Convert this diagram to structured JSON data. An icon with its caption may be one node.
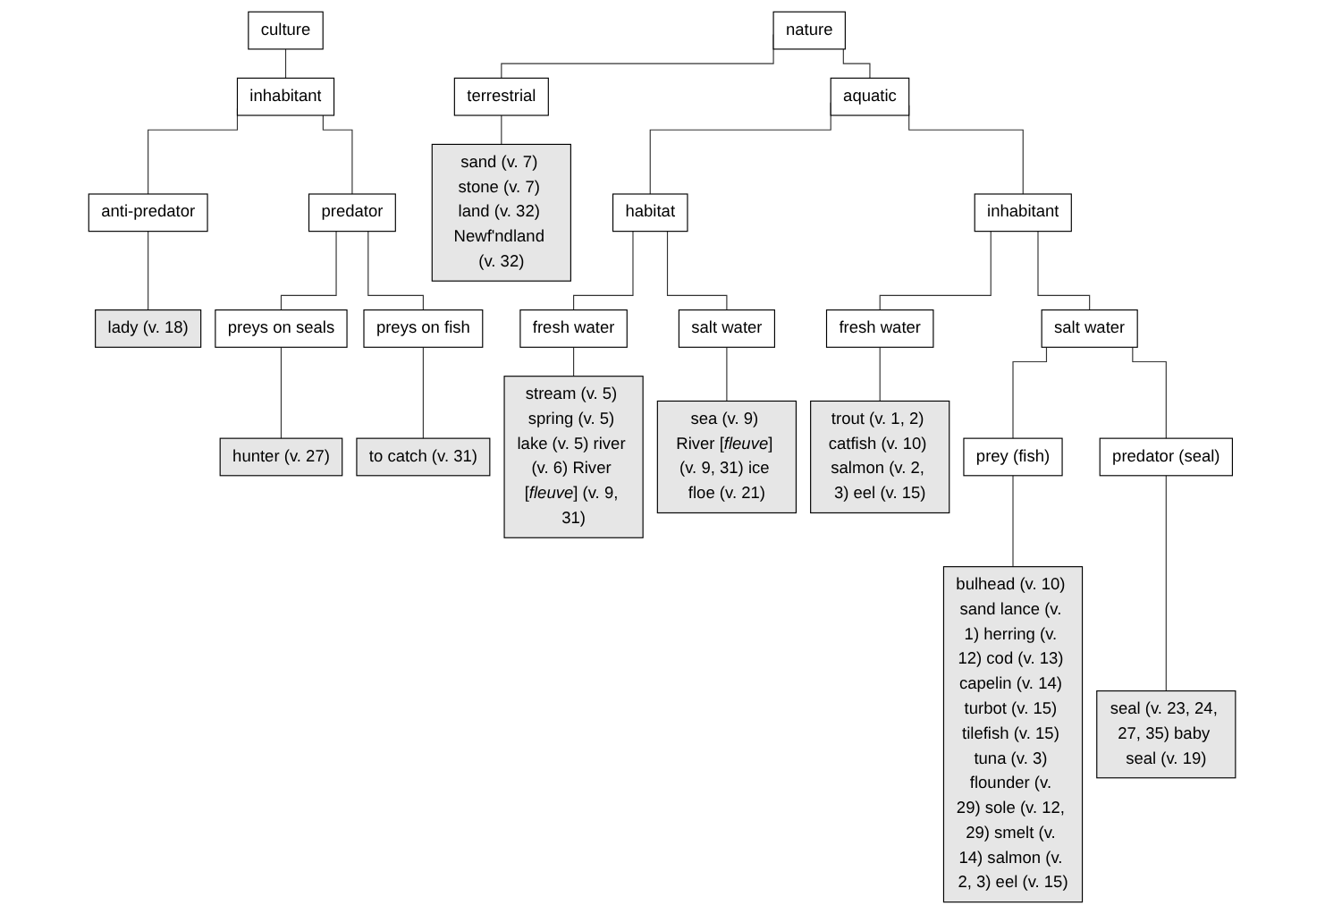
{
  "diagram": {
    "nodes": [
      {
        "text": [
          "culture"
        ]
      },
      {
        "text": [
          "nature"
        ]
      },
      {
        "text": [
          "inhabitant"
        ]
      },
      {
        "text": [
          "terrestrial"
        ]
      },
      {
        "text": [
          "aquatic"
        ]
      },
      {
        "text": [
          "anti-predator"
        ]
      },
      {
        "text": [
          "predator"
        ]
      },
      {
        "text": [
          "habitat"
        ]
      },
      {
        "text": [
          "inhabitant"
        ]
      },
      {
        "text": [
          "preys on seals"
        ]
      },
      {
        "text": [
          "preys on fish"
        ]
      },
      {
        "text": [
          "fresh water"
        ]
      },
      {
        "text": [
          "salt water"
        ]
      },
      {
        "text": [
          "fresh water"
        ]
      },
      {
        "text": [
          "salt water"
        ]
      },
      {
        "text": [
          "prey (fish)"
        ]
      },
      {
        "text": [
          "predator (seal)"
        ]
      },
      {
        "text": [
          "lady (v. 18)"
        ]
      },
      {
        "text": [
          "hunter (v. 27)"
        ]
      },
      {
        "text": [
          "to catch (v. 31)"
        ]
      },
      {
        "text": [
          "stream (v. 5) spring (v. 5) lake (v. 5) river (v. 6) River [*fleuve*] (v. 9, 31)"
        ]
      },
      {
        "text": [
          "sea (v. 9) River [*fleuve*] (v. 9, 31) ice floe (v. 21)"
        ]
      },
      {
        "text": [
          "trout (v. 1, 2) catfish (v. 10) salmon (v. 2, 3) eel (v. 15)"
        ]
      },
      {
        "text": [
          "bulhead (v. 10) sand lance (v. 1) herring (v. 12) cod (v. 13) capelin (v. 14) turbot (v. 15) tilefish (v. 15) tuna (v. 3) flounder (v. 29) sole (v. 12, 29) smelt (v. 14) salmon (v. 2, 3) eel (v. 15)"
        ]
      },
      {
        "text": [
          "seal (v. 23, 24, 27, 35) baby seal (v. 19)"
        ]
      },
      {
        "text": [
          "sand (v. 7) stone (v. 7) land (v. 32) Newf'ndland (v. 32)"
        ]
      }
    ],
    "edges": [
      {
        "from": 0,
        "to": 2,
        "arrow": "none"
      },
      {
        "from": 1,
        "to": 3,
        "arrow": "none"
      },
      {
        "from": 1,
        "to": 4,
        "arrow": "none"
      },
      {
        "from": 2,
        "to": 5,
        "arrow": "none"
      },
      {
        "from": 2,
        "to": 6,
        "arrow": "none"
      },
      {
        "from": 4,
        "to": 7,
        "arrow": "none"
      },
      {
        "from": 4,
        "to": 8,
        "arrow": "none"
      },
      {
        "from": 5,
        "to": 17,
        "arrow": "none"
      },
      {
        "from": 6,
        "to": 9,
        "arrow": "none"
      },
      {
        "from": 6,
        "to": 10,
        "arrow": "none"
      },
      {
        "from": 9,
        "to": 18,
        "arrow": "none"
      },
      {
        "from": 10,
        "to": 19,
        "arrow": "none"
      },
      {
        "from": 3,
        "to": 25,
        "arrow": "none"
      },
      {
        "from": 7,
        "to": 11,
        "arrow": "none"
      },
      {
        "from": 7,
        "to": 12,
        "arrow": "none"
      },
      {
        "from": 8,
        "to": 13,
        "arrow": "none"
      },
      {
        "from": 8,
        "to": 14,
        "arrow": "none"
      },
      {
        "from": 11,
        "to": 20,
        "arrow": "none"
      },
      {
        "from": 12,
        "to": 21,
        "arrow": "none"
      },
      {
        "from": 13,
        "to": 22,
        "arrow": "none"
      },
      {
        "from": 14,
        "to": 15,
        "arrow": "none"
      },
      {
        "from": 14,
        "to": 16,
        "arrow": "none"
      },
      {
        "from": 15,
        "to": 23,
        "arrow": "none"
      },
      {
        "from": 16,
        "to": 24,
        "arrow": "none"
      }
    ]
  }
}
